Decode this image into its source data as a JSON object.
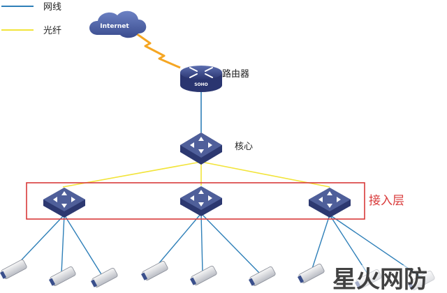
{
  "legend": {
    "items": [
      {
        "label": "网线",
        "color": "#2e7fb8"
      },
      {
        "label": "光纤",
        "color": "#f2e43a"
      }
    ]
  },
  "nodes": {
    "internet": {
      "label": "Internet"
    },
    "router": {
      "label": "路由器",
      "badge": "SOHO",
      "icon": "router-icon"
    },
    "core": {
      "label": "核心",
      "icon": "core-switch-icon"
    },
    "access_layer": {
      "label": "接入层",
      "border_color": "#d93a3a",
      "switch_count": 3,
      "icon": "access-switch-icon"
    }
  },
  "devices": {
    "per_switch": 3,
    "icon": "ip-camera-icon"
  },
  "colors": {
    "cable": "#2e7fb8",
    "fiber": "#f2e43a",
    "wan_link": "#f5a623",
    "switch_top": "#4f5f9a",
    "switch_side": "#2c3870"
  },
  "watermark": {
    "text": "星火网防"
  }
}
